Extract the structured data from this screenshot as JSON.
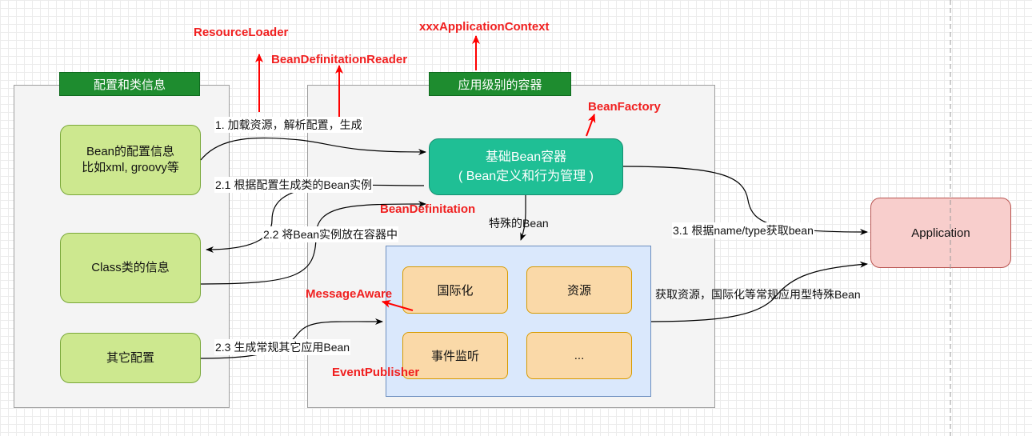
{
  "left_panel": {
    "title": "配置和类信息"
  },
  "right_panel": {
    "title": "应用级别的容器"
  },
  "nodes": {
    "bean_config": {
      "line1": "Bean的配置信息",
      "line2": "比如xml, groovy等"
    },
    "class_info": "Class类的信息",
    "other_config": "其它配置",
    "base_container": {
      "line1": "基础Bean容器",
      "line2": "( Bean定义和行为管理 )"
    },
    "i18n": "国际化",
    "resource": "资源",
    "event_listener": "事件监听",
    "ellipsis": "...",
    "application": "Application"
  },
  "edges": {
    "e1": "1. 加载资源，解析配置，生成",
    "e21": "2.1  根据配置生成类的Bean实例",
    "e22": "2.2 将Bean实例放在容器中",
    "e23": "2.3 生成常规其它应用Bean",
    "special": "特殊的Bean",
    "e31": "3.1 根据name/type获取bean",
    "get_resource": "获取资源，国际化等常规应用型特殊Bean"
  },
  "annotations": {
    "resource_loader": "ResourceLoader",
    "bean_def_reader": "BeanDefinitationReader",
    "app_context": "xxxApplicationContext",
    "bean_factory": "BeanFactory",
    "bean_definition": "BeanDefinitation",
    "message_aware": "MessageAware",
    "event_publisher": "EventPublisher"
  },
  "colors": {
    "header_green": "#1e8c2f",
    "node_green": "#cde88f",
    "node_teal": "#1fbf95",
    "node_orange": "#fad9a8",
    "box_blue": "#dae8fc",
    "node_pink": "#f8cecc",
    "annotation_red": "#f02020"
  }
}
